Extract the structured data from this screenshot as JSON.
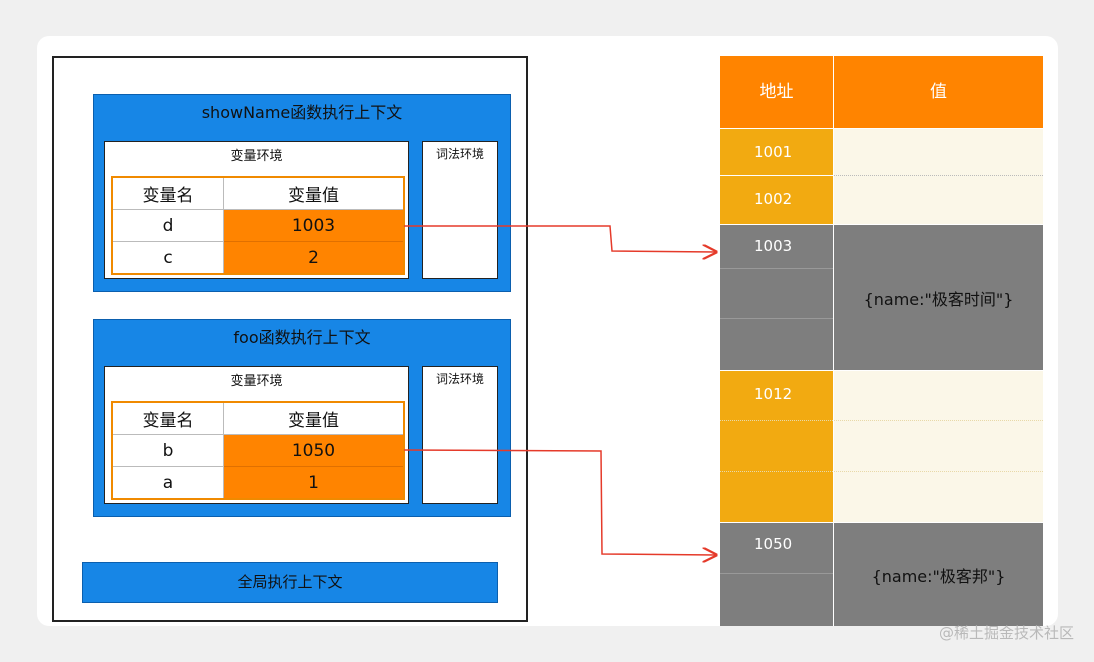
{
  "call_stack": {
    "contexts": [
      {
        "title": "showName函数执行上下文",
        "variable_env_title": "变量环境",
        "lexical_env_title": "词法环境",
        "headers": [
          "变量名",
          "变量值"
        ],
        "rows": [
          {
            "name": "d",
            "value": "1003"
          },
          {
            "name": "c",
            "value": "2"
          }
        ]
      },
      {
        "title": "foo函数执行上下文",
        "variable_env_title": "变量环境",
        "lexical_env_title": "词法环境",
        "headers": [
          "变量名",
          "变量值"
        ],
        "rows": [
          {
            "name": "b",
            "value": "1050"
          },
          {
            "name": "a",
            "value": "1"
          }
        ]
      }
    ],
    "global_title": "全局执行上下文"
  },
  "heap": {
    "headers": [
      "地址",
      "值"
    ],
    "addresses": [
      "1001",
      "1002",
      "1003",
      "1012",
      "1050"
    ],
    "objects": [
      {
        "address": "1003",
        "value": "{name:\"极客时间\"}"
      },
      {
        "address": "1050",
        "value": "{name:\"极客邦\"}"
      }
    ]
  },
  "colors": {
    "context_blue": "#1786e6",
    "value_orange": "#ff8400",
    "address_yellow": "#f2aa11",
    "object_gray": "#7e7e7e",
    "pointer_red": "#e53a2a"
  },
  "watermark": "@稀土掘金技术社区"
}
